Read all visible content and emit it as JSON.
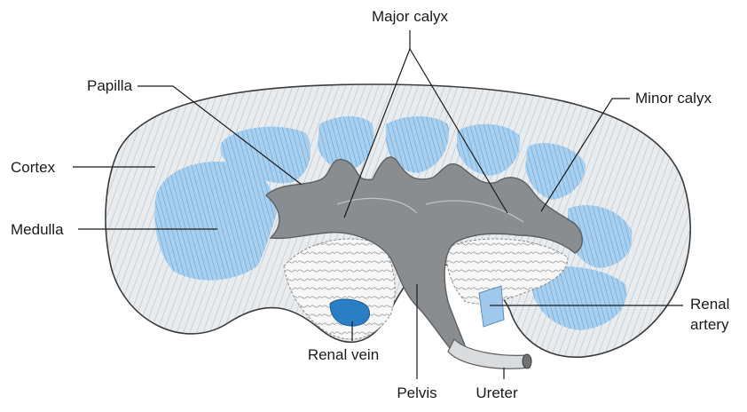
{
  "labels": {
    "major_calyx": "Major calyx",
    "papilla": "Papilla",
    "minor_calyx": "Minor calyx",
    "cortex": "Cortex",
    "medulla": "Medulla",
    "renal_artery_line1": "Renal",
    "renal_artery_line2": "artery",
    "renal_vein": "Renal vein",
    "pelvis": "Pelvis",
    "ureter": "Ureter"
  },
  "colors": {
    "cortex_fill": "#e9ecef",
    "medulla_fill": "#a9cfee",
    "medulla_hatch": "#3d8fd1",
    "calyx_fill": "#8a8d90",
    "calyx_edge": "#5d6063",
    "sinus_fill": "#f7f7f7",
    "renal_vein": "#2a7fc4",
    "renal_artery": "#9fc8ea",
    "label_text": "#1a1a1a"
  }
}
